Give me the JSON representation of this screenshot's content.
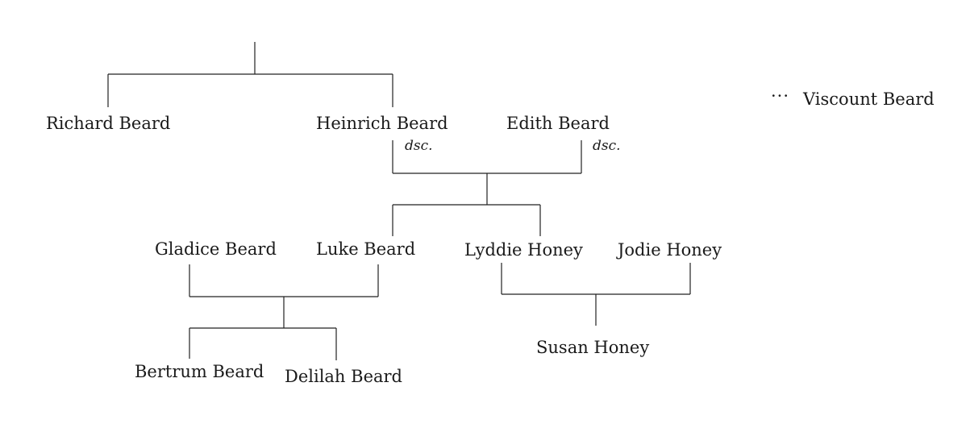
{
  "people": {
    "richard": "Richard Beard",
    "heinrich": "Heinrich Beard",
    "edith": "Edith Beard",
    "viscount": "Viscount Beard",
    "gladice": "Gladice Beard",
    "luke": "Luke Beard",
    "lyddie": "Lyddie Honey",
    "jodie": "Jodie Honey",
    "bertrum": "Bertrum Beard",
    "delilah": "Delilah Beard",
    "susan": "Susan Honey"
  },
  "notes": {
    "heinrich_dsc": "dsc.",
    "edith_dsc": "dsc."
  },
  "ellipsis": "···"
}
